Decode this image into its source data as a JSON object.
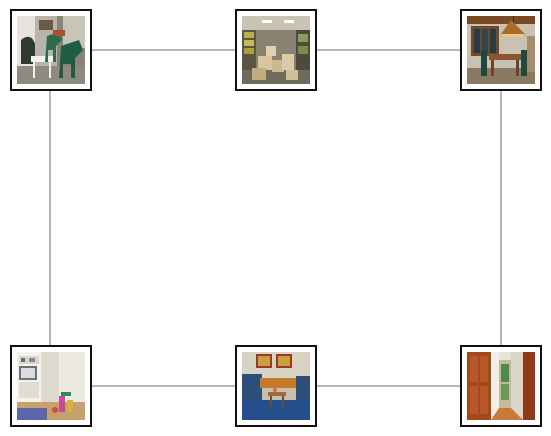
{
  "diagram": {
    "connector_color": "#8c8c8c",
    "frame_color": "#111111",
    "nodes": [
      {
        "id": "tl",
        "name": "photo-node-green-chairs-room"
      },
      {
        "id": "tc",
        "name": "photo-node-storage-room-boxes"
      },
      {
        "id": "tr",
        "name": "photo-node-dining-room"
      },
      {
        "id": "bl",
        "name": "photo-node-playroom"
      },
      {
        "id": "bc",
        "name": "photo-node-blue-sofa-lounge"
      },
      {
        "id": "br",
        "name": "photo-node-wood-door-hallway"
      }
    ],
    "edges": [
      [
        "tl",
        "tc"
      ],
      [
        "tc",
        "tr"
      ],
      [
        "tl",
        "bl"
      ],
      [
        "tr",
        "br"
      ],
      [
        "bl",
        "bc"
      ],
      [
        "bc",
        "br"
      ]
    ]
  }
}
